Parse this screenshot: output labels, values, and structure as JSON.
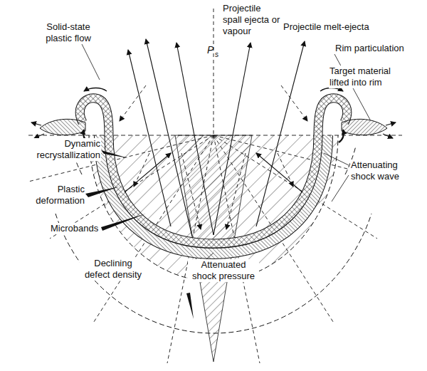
{
  "diagram": {
    "labels": [
      "Solid-state plastic flow",
      "Projectile spall ejecta or vapour",
      "Projectile melt-ejecta",
      "P",
      "s",
      "Rim particulation",
      "Target material lifted into rim",
      "Dynamic recrystallization",
      "Plastic deformation",
      "Microbands",
      "Declining defect density",
      "Attenuating shock wave",
      "Attenuated shock pressure"
    ]
  }
}
